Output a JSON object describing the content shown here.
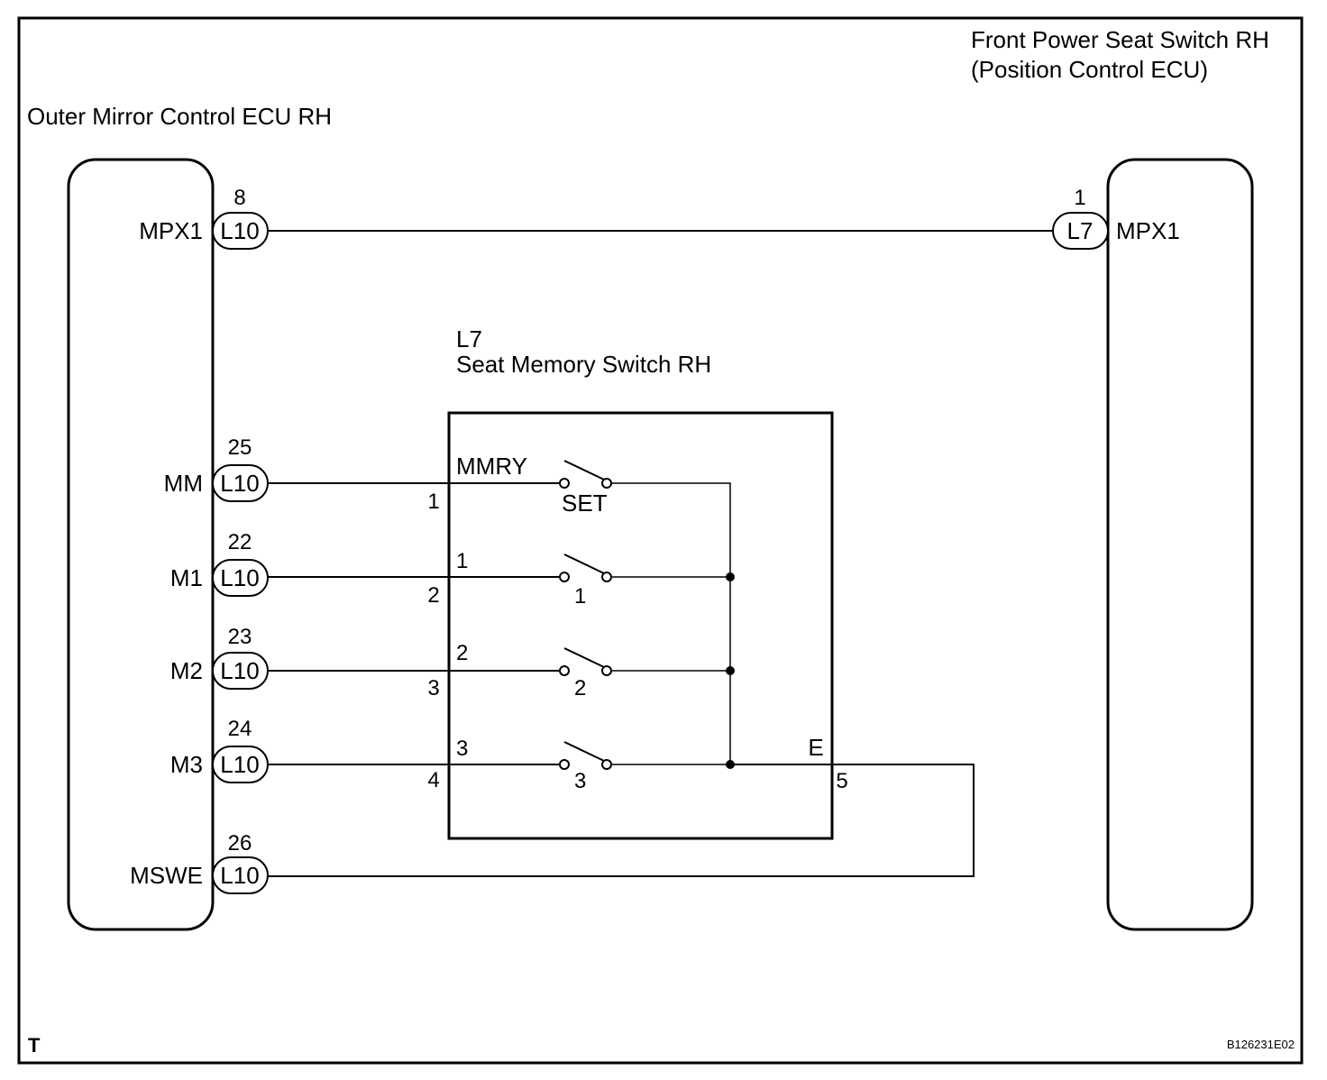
{
  "components": {
    "left_ecu": {
      "name": "Outer Mirror Control ECU RH"
    },
    "right_ecu": {
      "name_line1": "Front Power Seat Switch RH",
      "name_line2": "(Position Control ECU)"
    },
    "seat_switch": {
      "connector_id": "L7",
      "name": "Seat Memory Switch RH"
    }
  },
  "left_terminals": [
    {
      "name": "MPX1",
      "connector": "L10",
      "pin": "8"
    },
    {
      "name": "MM",
      "connector": "L10",
      "pin": "25"
    },
    {
      "name": "M1",
      "connector": "L10",
      "pin": "22"
    },
    {
      "name": "M2",
      "connector": "L10",
      "pin": "23"
    },
    {
      "name": "M3",
      "connector": "L10",
      "pin": "24"
    },
    {
      "name": "MSWE",
      "connector": "L10",
      "pin": "26"
    }
  ],
  "right_terminal": {
    "name": "MPX1",
    "connector": "L7",
    "pin": "1"
  },
  "switch_box": {
    "input_pins": [
      "1",
      "2",
      "3",
      "4"
    ],
    "internal_labels": [
      "MMRY",
      "1",
      "2",
      "3"
    ],
    "switch_labels": [
      "SET",
      "1",
      "2",
      "3"
    ],
    "ground_label": "E",
    "ground_pin": "5"
  },
  "footer": {
    "left_mark": "T",
    "figure_id": "B126231E02"
  }
}
